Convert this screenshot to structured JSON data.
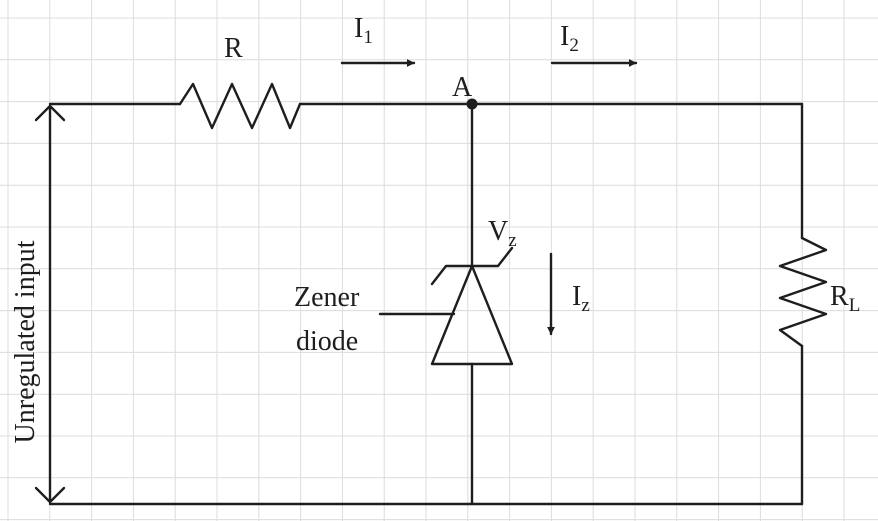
{
  "labels": {
    "resistor_main": "R",
    "current_1": "I",
    "current_1_sub": "1",
    "current_2": "I",
    "current_2_sub": "2",
    "node": "A",
    "zener_voltage": "V",
    "zener_voltage_sub": "z",
    "zener_current": "I",
    "zener_current_sub": "z",
    "zener_line1": "Zener",
    "zener_line2": "diode",
    "load": "R",
    "load_sub": "L",
    "input": "Unregulated input"
  },
  "colors": {
    "wire": "#1e1e1e",
    "grid": "#dcdcdc",
    "background": "#ffffff"
  }
}
